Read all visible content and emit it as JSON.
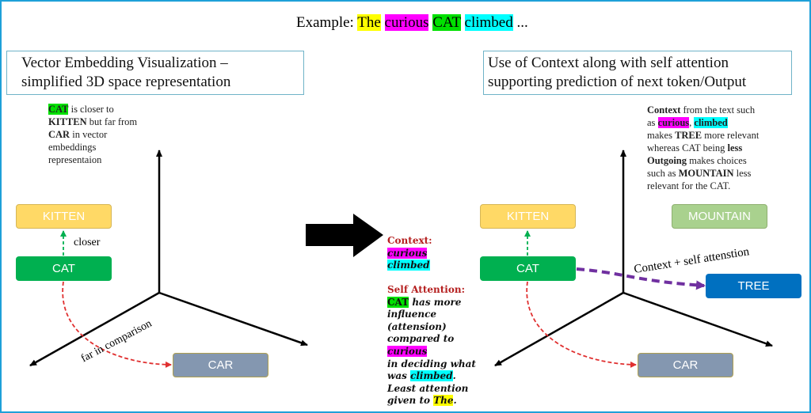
{
  "example": {
    "prefix": "Example:",
    "words": [
      "The",
      "curious",
      "CAT",
      "climbed"
    ],
    "suffix": "..."
  },
  "left_panel": {
    "title_line1": "Vector Embedding Visualization –",
    "title_line2": "simplified 3D space representation",
    "note": {
      "cat": "CAT",
      "t1": " is closer to",
      "kitten": "KITTEN",
      "t2": " but far from",
      "car": "CAR",
      "t3": " in vector",
      "t4": "embeddings",
      "t5": "representaion"
    },
    "nodes": {
      "kitten": "KITTEN",
      "cat": "CAT",
      "car": "CAR"
    },
    "closer_label": "closer",
    "far_label": "far in comparison"
  },
  "middle": {
    "context_heading": "Context:",
    "context_words": [
      "curious",
      "climbed"
    ],
    "self_attention_heading": "Self Attention:",
    "sa": {
      "cat": "CAT",
      "l1": " has more",
      "l2": "influence",
      "l3": "(attension)",
      "l4": "compared to",
      "curious": "curious",
      "l5": "in deciding what",
      "l6a": "was ",
      "climbed": "climbed",
      "l6b": ".",
      "l7": "Least attention",
      "l8a": "given to ",
      "the": "The",
      "l8b": "."
    }
  },
  "right_panel": {
    "title_line1": "Use of Context along with self attention",
    "title_line2": "supporting prediction of next token/Output",
    "note": {
      "context": "Context",
      "t1": " from the text such",
      "t2": "as ",
      "curious": "curious",
      "comma": ", ",
      "climbed": "climbed",
      "t3": "makes ",
      "tree": "TREE",
      "t4": " more relevant",
      "t5": "whereas CAT being ",
      "less": "less",
      "outgoing": "Outgoing",
      "t6": " makes choices",
      "t7": "such as ",
      "mountain": "MOUNTAIN",
      "t8": " less",
      "t9": "relevant for the CAT."
    },
    "nodes": {
      "kitten": "KITTEN",
      "cat": "CAT",
      "mountain": "MOUNTAIN",
      "tree": "TREE",
      "car": "CAR"
    },
    "arrow_label": "Context + self attenstion"
  },
  "colors": {
    "kitten": "#ffd966",
    "cat": "#00b050",
    "car": "#8497b0",
    "mountain": "#a9d18e",
    "tree": "#0070c0",
    "purple_arrow": "#7030a0",
    "red_dashed": "#e03030",
    "green_dashed": "#00b050",
    "frame": "#1ea0d8"
  }
}
